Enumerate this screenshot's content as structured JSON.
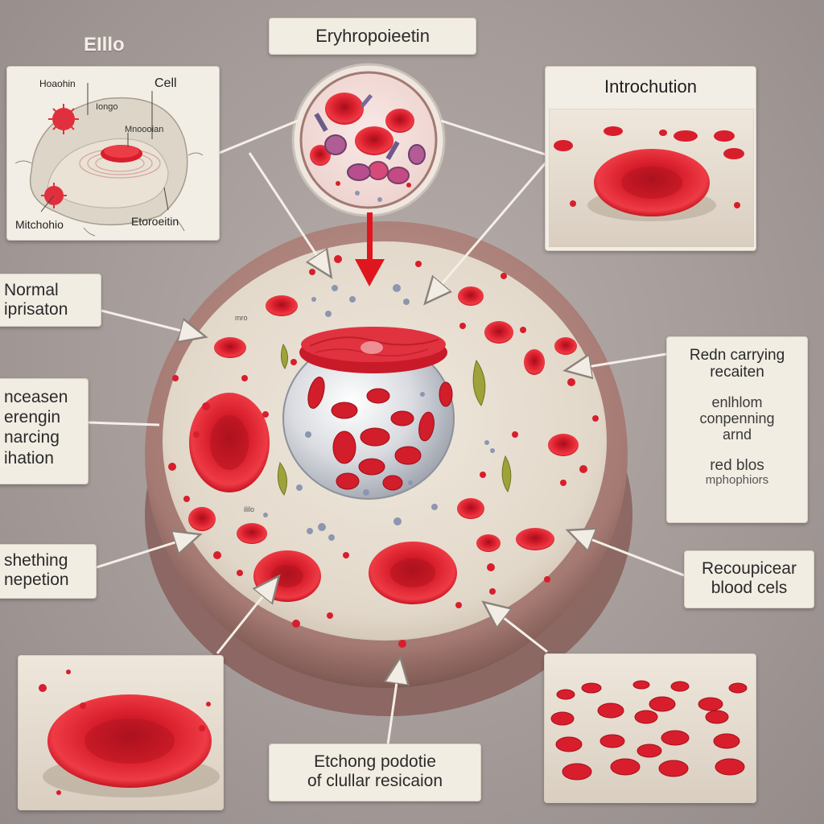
{
  "corner_text": "EIllo",
  "title": "Eryhropoieetin",
  "top_left_panel": {
    "label_top_left": "Hoaohin",
    "label_cell": "Cell",
    "label_longo": "Iongo",
    "label_mid": "Mnoooian",
    "label_bottom_left": "Mitchohio",
    "label_bottom_right": "Etoroeitin"
  },
  "intro_panel": {
    "title": "Introchution"
  },
  "left_labels": {
    "normal": [
      "Normal",
      "iprisaton"
    ],
    "increase": [
      "nceasen",
      "erengin",
      "narcing",
      "ihation"
    ],
    "shething": [
      "shething",
      "nepetion"
    ]
  },
  "right_labels": {
    "carrying": [
      "Redn carrying",
      "recaiten"
    ],
    "enlhlom": [
      "enlhlom",
      "conpenning",
      "arnd"
    ],
    "red_blos": [
      "red blos",
      "mphophiors"
    ],
    "recoupicear": [
      "Recoupicear",
      "blood cels"
    ]
  },
  "bottom_label": [
    "Etchong podotie",
    "of clullar resicaion"
  ],
  "cell_inner_text": {
    "a": "mro",
    "b": "ililo"
  },
  "colors": {
    "rbc": "#d81e2c",
    "rbc_dark": "#a50f1c",
    "membrane": "#a97c77",
    "cytoplasm": "#e6ddd0",
    "arrow_red": "#e0161e",
    "label_bg": "#f2ede3"
  }
}
